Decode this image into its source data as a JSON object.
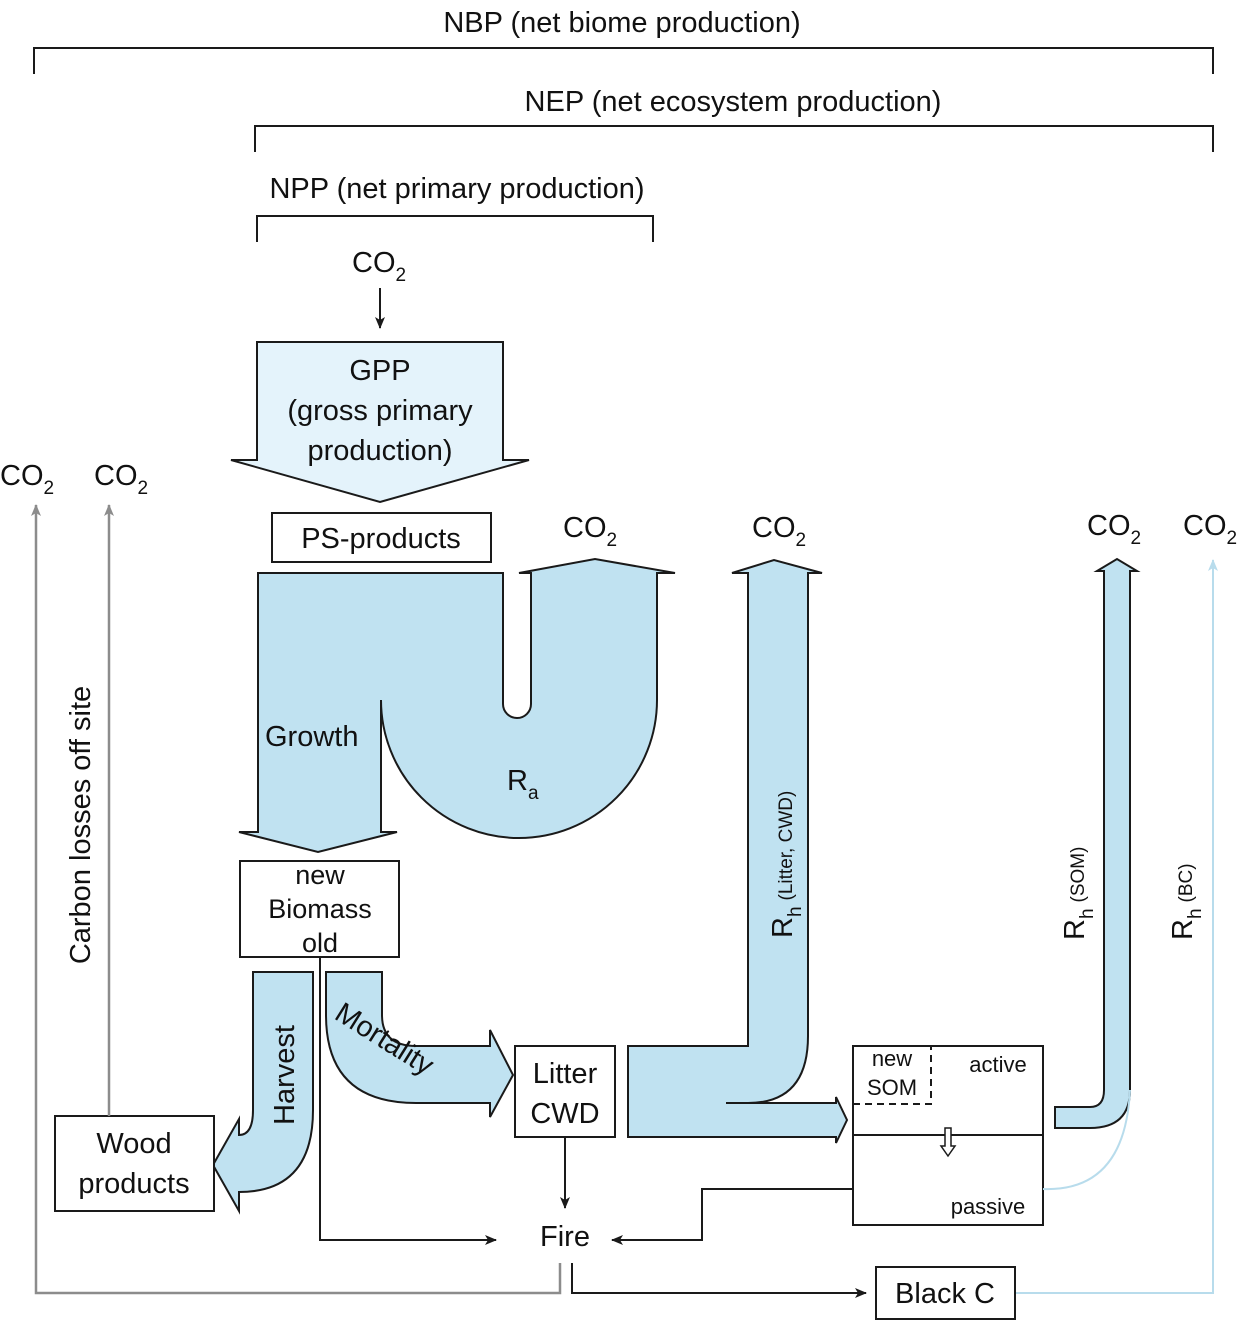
{
  "colors": {
    "flow_fill": "#c0e2f1",
    "gpp_fill": "#e4f3fb",
    "offsite_line": "#8c8c8c",
    "black_carbon_line": "#b8dcec",
    "outline": "#1a1a1a"
  },
  "brackets": {
    "nbp": "NBP (net biome production)",
    "nep": "NEP (net ecosystem production)",
    "npp": "NPP (net primary production)"
  },
  "co2": {
    "main": "CO",
    "sub": "2"
  },
  "gpp": {
    "line1": "GPP",
    "line2": "(gross primary",
    "line3": "production)"
  },
  "ps_products": "PS-products",
  "growth": "Growth",
  "ra": {
    "main": "R",
    "sub": "a"
  },
  "biomass": {
    "top": "new",
    "middle": "Biomass",
    "bottom": "old"
  },
  "harvest": "Harvest",
  "mortality": "Mortality",
  "litter": {
    "line1": "Litter",
    "line2": "CWD"
  },
  "wood": {
    "line1": "Wood",
    "line2": "products"
  },
  "fire": "Fire",
  "black_c": "Black C",
  "rh": {
    "main": "R",
    "sub": "h",
    "litter_suffix": "(Litter, CWD)",
    "som_suffix": "(SOM)",
    "bc_suffix": "(BC)"
  },
  "soil_box": {
    "new_som_line1": "new",
    "new_som_line2": "SOM",
    "active": "active",
    "passive": "passive"
  },
  "offsite_label": "Carbon losses off site"
}
